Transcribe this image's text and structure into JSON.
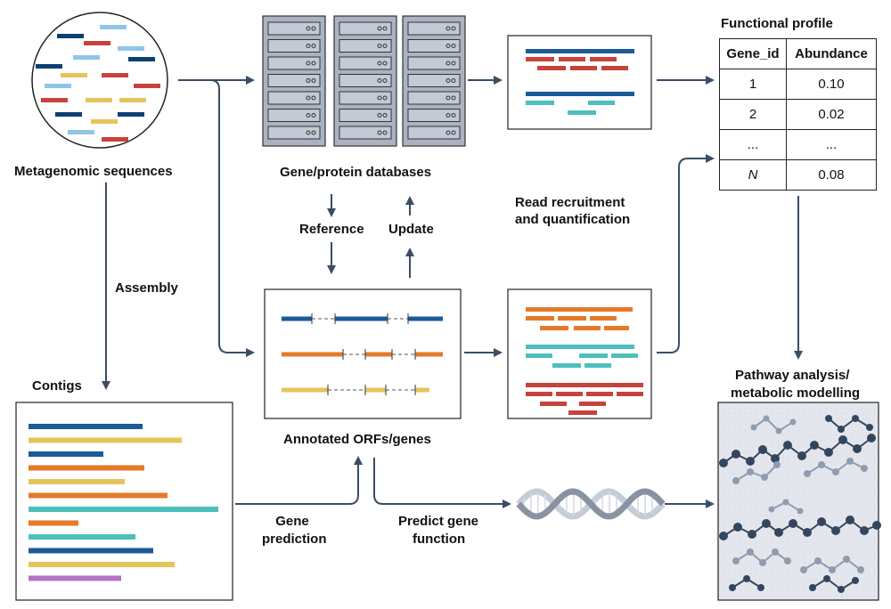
{
  "labels": {
    "metagenomic_sequences": "Metagenomic sequences",
    "gene_protein_databases": "Gene/protein databases",
    "functional_profile": "Functional profile",
    "reference": "Reference",
    "update": "Update",
    "read_recruitment_line1": "Read recruitment",
    "read_recruitment_line2": "and quantification",
    "assembly": "Assembly",
    "contigs": "Contigs",
    "annotated_orfs": "Annotated ORFs/genes",
    "pathway_line1": "Pathway analysis/",
    "pathway_line2": "metabolic modelling",
    "gene_prediction_line1": "Gene",
    "gene_prediction_line2": "prediction",
    "predict_function_line1": "Predict gene",
    "predict_function_line2": "function"
  },
  "table": {
    "headers": [
      "Gene_id",
      "Abundance"
    ],
    "rows": [
      {
        "id": "1",
        "value": "0.10",
        "italic": false
      },
      {
        "id": "2",
        "value": "0.02",
        "italic": false
      },
      {
        "id": "...",
        "value": "...",
        "italic": false
      },
      {
        "id": "N",
        "value": "0.08",
        "italic": true
      }
    ]
  },
  "colors": {
    "navy": "#0d3f73",
    "blue": "#1c5a99",
    "red": "#c8423d",
    "yellow": "#e6c45c",
    "orange": "#e47a2a",
    "teal": "#4dbfbd",
    "lightblue": "#8ec6e8",
    "purple": "#b472c4",
    "arrow": "#3a4d66",
    "server": "#a9b3c2"
  }
}
